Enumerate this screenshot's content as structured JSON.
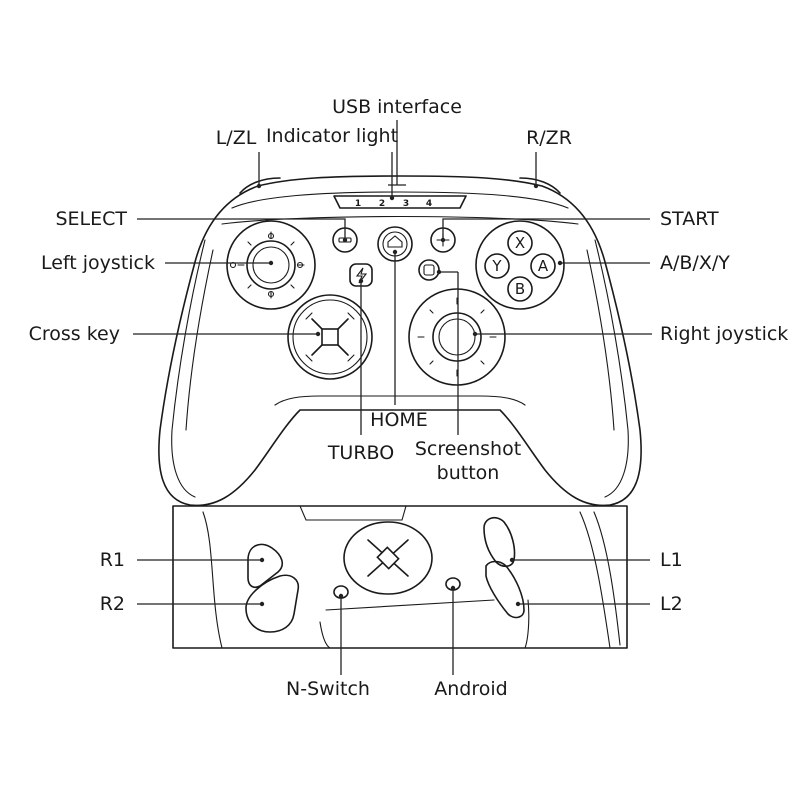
{
  "labels": {
    "usb_interface": "USB interface",
    "indicator_light": "Indicator light",
    "lzl": "L/ZL",
    "rzr": "R/ZR",
    "select": "SELECT",
    "start": "START",
    "left_joystick": "Left joystick",
    "abxy": "A/B/X/Y",
    "cross_key": "Cross key",
    "right_joystick": "Right joystick",
    "home": "HOME",
    "turbo": "TURBO",
    "screenshot_line1": "Screenshot",
    "screenshot_line2": "button",
    "r1": "R1",
    "r2": "R2",
    "l1": "L1",
    "l2": "L2",
    "n_switch": "N-Switch",
    "android": "Android"
  },
  "indicator_numbers": [
    "1",
    "2",
    "3",
    "4"
  ],
  "face_buttons": {
    "x": "X",
    "y": "Y",
    "a": "A",
    "b": "B"
  }
}
